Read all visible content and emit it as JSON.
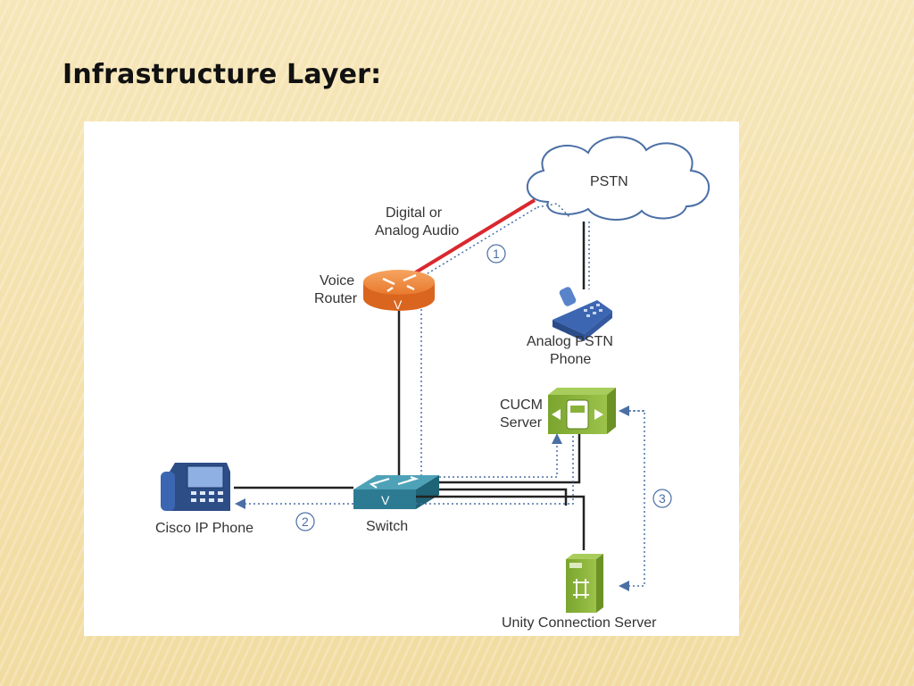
{
  "slide": {
    "title": "Infrastructure Layer:"
  },
  "diagram": {
    "pstn_label": "PSTN",
    "digital_line1": "Digital or",
    "digital_line2": "Analog Audio",
    "router_line1": "Voice",
    "router_line2": "Router",
    "router_glyph": "V",
    "analog_phone_line1": "Analog PSTN",
    "analog_phone_line2": "Phone",
    "cucm_line1": "CUCM",
    "cucm_line2": "Server",
    "switch_label": "Switch",
    "switch_glyph": "V",
    "ip_phone_label": "Cisco IP Phone",
    "unity_label": "Unity Connection Server",
    "step1": "1",
    "step2": "2",
    "step3": "3"
  },
  "colors": {
    "red_link": "#d9282f",
    "dotted_flow": "#4a6fa5",
    "router": "#e8792e",
    "switch": "#2d7b92",
    "server": "#8ab23a"
  }
}
